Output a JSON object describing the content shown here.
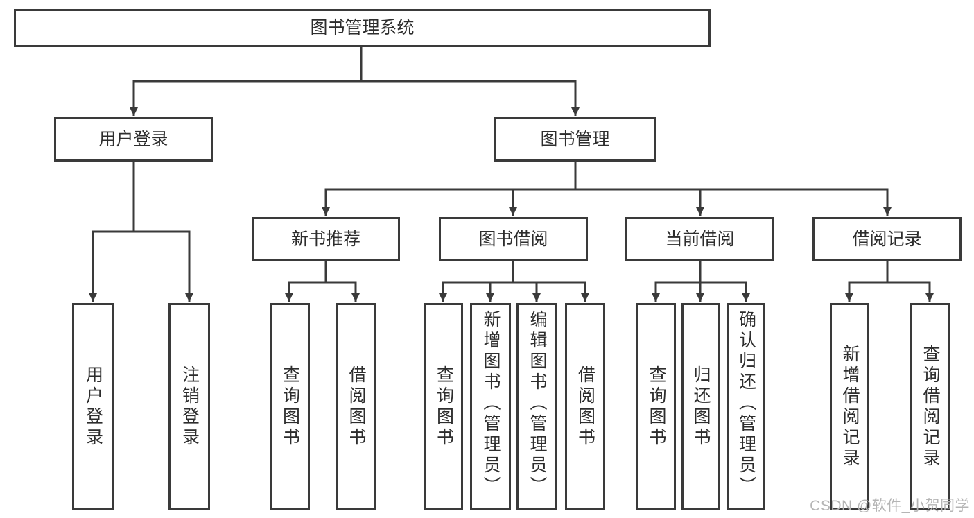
{
  "diagram": {
    "title_node": {
      "label": "图书管理系统"
    },
    "level2": {
      "user_login": {
        "label": "用户登录"
      },
      "book_management": {
        "label": "图书管理"
      }
    },
    "level3": {
      "new_book_recommend": {
        "label": "新书推荐"
      },
      "book_borrow": {
        "label": "图书借阅"
      },
      "current_borrow": {
        "label": "当前借阅"
      },
      "borrow_record": {
        "label": "借阅记录"
      }
    },
    "leaves": {
      "login_user_login": {
        "label": "用户登录"
      },
      "login_logout": {
        "label": "注销登录"
      },
      "rec_query_book": {
        "label": "查询图书"
      },
      "rec_borrow_book": {
        "label": "借阅图书"
      },
      "borrow_query_book": {
        "label": "查询图书"
      },
      "borrow_add_book": {
        "label": "新增图书（管理员）"
      },
      "borrow_edit_book": {
        "label": "编辑图书（管理员）"
      },
      "borrow_borrow_book": {
        "label": "借阅图书"
      },
      "current_query_book": {
        "label": "查询图书"
      },
      "current_return_book": {
        "label": "归还图书"
      },
      "current_confirm_return": {
        "label": "确认归还（管理员）"
      },
      "record_add_record": {
        "label": "新增借阅记录"
      },
      "record_query_record": {
        "label": "查询借阅记录"
      }
    }
  },
  "watermark": {
    "text": "CSDN @软件_小贺同学"
  },
  "colors": {
    "line": "#3a3a3a",
    "box_border": "#3a3a3a",
    "text": "#2d2d2d",
    "watermark": "#b5b5b5",
    "background": "#ffffff"
  }
}
